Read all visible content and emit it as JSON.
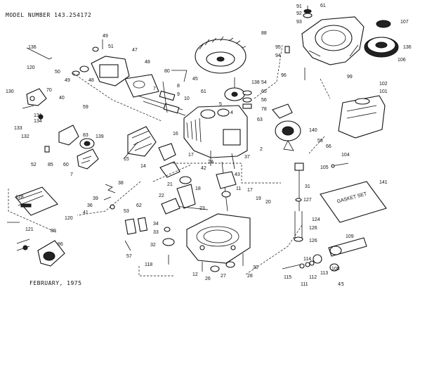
{
  "header": {
    "model_label": "MODEL NUMBER 143.254172",
    "date_label": "FEBRUARY, 1975",
    "page_mark": "45"
  },
  "kit": {
    "label": "GASKET SET",
    "ref": "141"
  },
  "callouts": [
    "91",
    "92",
    "93",
    "61",
    "107",
    "88",
    "136",
    "95",
    "94",
    "106",
    "96",
    "99",
    "136",
    "49",
    "51",
    "47",
    "120",
    "50",
    "48",
    "49",
    "70",
    "40",
    "48",
    "80",
    "130",
    "7",
    "8",
    "9",
    "10",
    "45",
    "138",
    "54",
    "61",
    "65",
    "56",
    "78",
    "5",
    "4",
    "63",
    "102",
    "101",
    "131",
    "59",
    "133",
    "134",
    "132",
    "83",
    "139",
    "52",
    "85",
    "60",
    "7",
    "16",
    "15",
    "14",
    "140",
    "58",
    "2",
    "66",
    "104",
    "105",
    "17",
    "2A",
    "42",
    "43",
    "37",
    "31",
    "21",
    "18",
    "22",
    "11",
    "17",
    "19",
    "20",
    "38",
    "39",
    "36",
    "41",
    "53",
    "62",
    "23",
    "127",
    "128",
    "120",
    "121",
    "34",
    "33",
    "89",
    "86",
    "32",
    "57",
    "118",
    "12",
    "26",
    "27",
    "28",
    "30",
    "124",
    "126",
    "126",
    "109",
    "114",
    "115",
    "111",
    "112",
    "113",
    "108"
  ]
}
